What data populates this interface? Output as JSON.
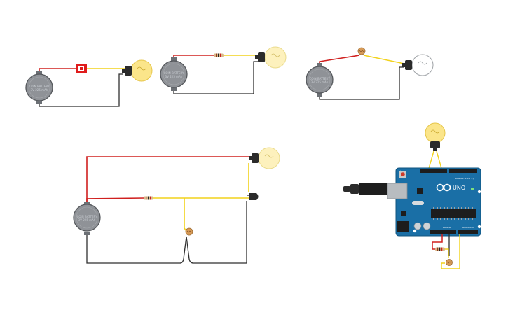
{
  "colors": {
    "wire_red": "#d0201f",
    "wire_yellow": "#f2d21b",
    "wire_black": "#2f2f2f",
    "battery": "#8f9297",
    "bulb_lit": "#fbe58a",
    "bulb_off": "#ffffff",
    "switch": "#e01c1c",
    "arduino_blue": "#1a6fa6",
    "photoresistor": "#d69a57"
  },
  "components": {
    "battery_label": "COIN BATTERY",
    "battery_voltage": "3V 225 mAh",
    "arduino_logo": "UNO",
    "arduino_header_digital": "DIGITAL (PWM ~)",
    "arduino_header_power": "POWER",
    "arduino_header_analog": "ANALOG IN"
  }
}
